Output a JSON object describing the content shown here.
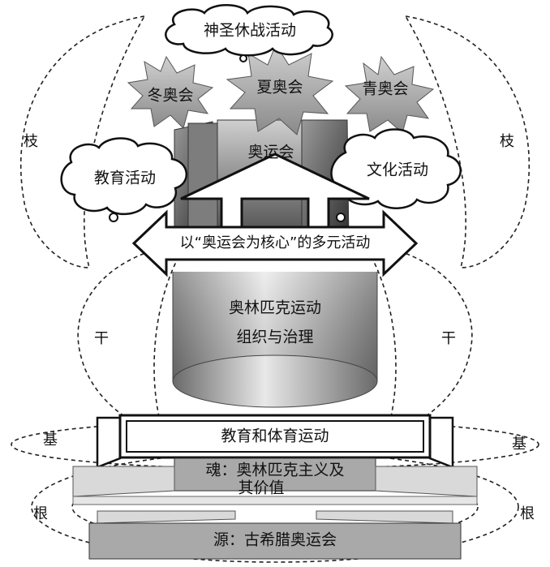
{
  "diagram": {
    "truce_cloud": "神圣休战活动",
    "winter_games": "冬奥会",
    "summer_games": "夏奥会",
    "youth_games": "青奥会",
    "olympic_games": "奥运会",
    "education_cloud": "教育活动",
    "culture_cloud": "文化活动",
    "multi_activities": "以“奥运会为核心”的多元活动",
    "governance_line1": "奥林匹克运动",
    "governance_line2": "组织与治理",
    "education_sports": "教育和体育运动",
    "soul_line1": "魂：奥林匹克主义及",
    "soul_line2": "其价值",
    "origin": "源：古希腊奥运会",
    "label_branch_left": "枝",
    "label_branch_right": "枝",
    "label_trunk_left": "干",
    "label_trunk_right": "干",
    "label_base_left": "基",
    "label_base_right": "基",
    "label_root_left": "根",
    "label_root_right": "根"
  }
}
